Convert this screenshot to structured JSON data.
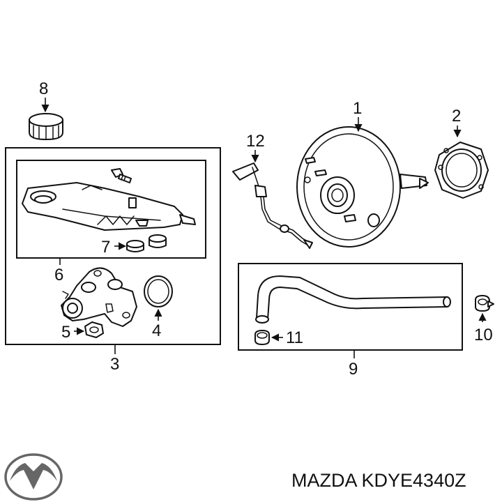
{
  "callouts": {
    "c1": "1",
    "c2": "2",
    "c3": "3",
    "c4": "4",
    "c5": "5",
    "c6": "6",
    "c7": "7",
    "c8": "8",
    "c9": "9",
    "c10": "10",
    "c11": "11",
    "c12": "12"
  },
  "caption": "MAZDA KDYE4340Z",
  "logo_icon": "mazda-logo-icon"
}
